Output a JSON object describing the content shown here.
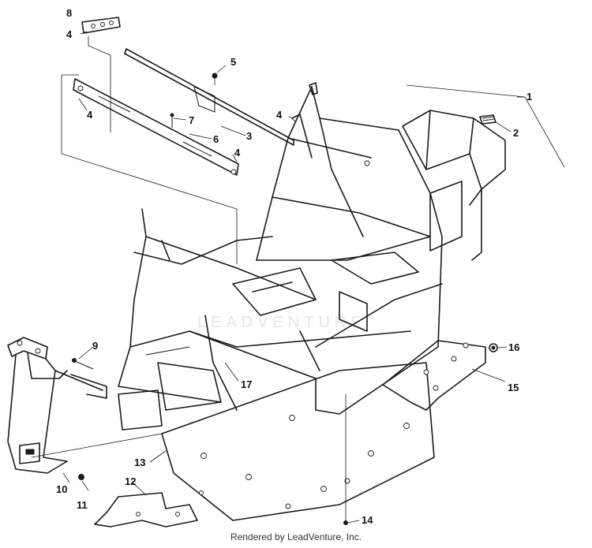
{
  "callouts": [
    "1",
    "2",
    "3",
    "4",
    "4",
    "4",
    "4",
    "5",
    "6",
    "7",
    "8",
    "9",
    "10",
    "11",
    "12",
    "13",
    "14",
    "15",
    "16",
    "17"
  ],
  "watermark": "LEADVENTURE",
  "footer": "Rendered by LeadVenture, Inc."
}
